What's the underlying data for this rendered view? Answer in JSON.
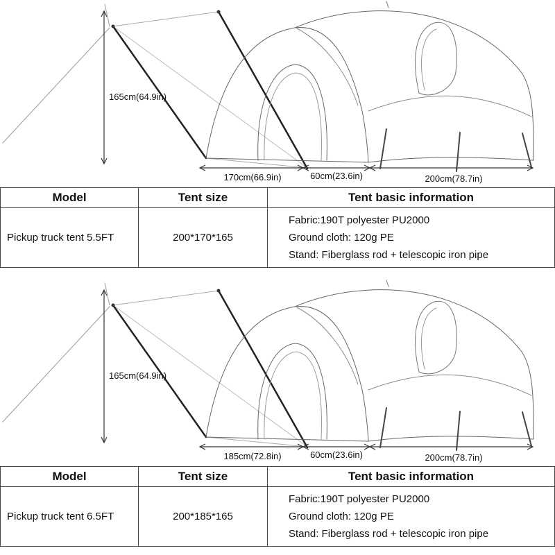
{
  "colors": {
    "line_art": "#777",
    "pole": "#222",
    "dimension_line": "#333",
    "table_border": "#444",
    "text": "#111"
  },
  "sections": [
    {
      "diagram": {
        "height_label": "165cm(64.9in)",
        "width_label": "170cm(66.9in)",
        "depth_label": "60cm(23.6in)",
        "length_label": "200cm(78.7in)"
      },
      "table": {
        "headers": {
          "model": "Model",
          "size": "Tent size",
          "info": "Tent basic information"
        },
        "row": {
          "model": "Pickup truck tent 5.5FT",
          "size": "200*170*165",
          "info_lines": [
            "Fabric:190T polyester PU2000",
            "Ground cloth: 120g PE",
            "Stand: Fiberglass rod + telescopic iron pipe"
          ]
        }
      }
    },
    {
      "diagram": {
        "height_label": "165cm(64.9in)",
        "width_label": "185cm(72.8in)",
        "depth_label": "60cm(23.6in)",
        "length_label": "200cm(78.7in)"
      },
      "table": {
        "headers": {
          "model": "Model",
          "size": "Tent size",
          "info": "Tent basic information"
        },
        "row": {
          "model": "Pickup truck tent 6.5FT",
          "size": "200*185*165",
          "info_lines": [
            "Fabric:190T polyester PU2000",
            "Ground cloth: 120g PE",
            "Stand: Fiberglass rod + telescopic iron pipe"
          ]
        }
      }
    }
  ]
}
